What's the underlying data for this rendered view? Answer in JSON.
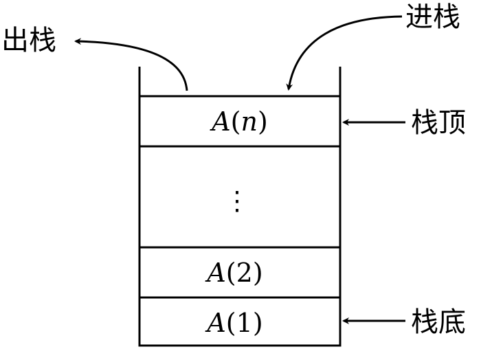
{
  "labels": {
    "pop": "出栈",
    "push": "进栈",
    "top": "栈顶",
    "bottom": "栈底"
  },
  "cells": {
    "top": {
      "name": "A",
      "index": "n"
    },
    "dots": "⋮",
    "second": {
      "name": "A",
      "index": "2"
    },
    "first": {
      "name": "A",
      "index": "1"
    }
  },
  "colors": {
    "stroke": "#000000",
    "background": "#ffffff"
  }
}
